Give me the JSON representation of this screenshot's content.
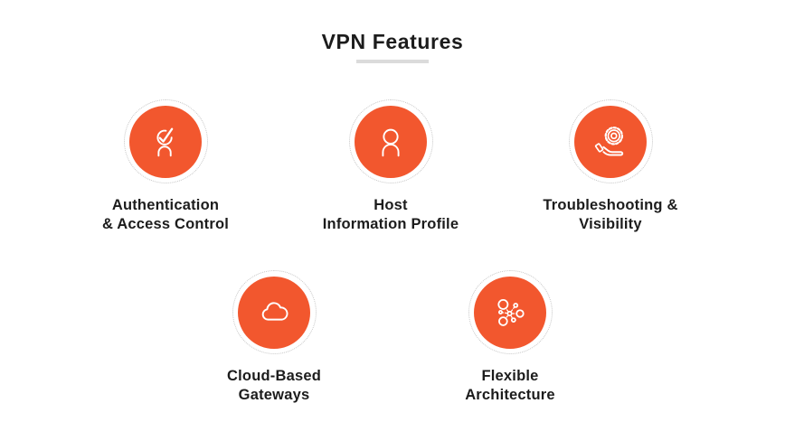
{
  "header": {
    "title": "VPN Features"
  },
  "theme": {
    "circle_color": "#F2572E",
    "ring_color": "#c6c6c6",
    "icon_color": "#ffffff",
    "text_color": "#1c1c1c",
    "underline_color": "#dbdbdb",
    "background_color": "#ffffff"
  },
  "features": [
    {
      "icon": "person-check-icon",
      "label": "Authentication\n& Access Control"
    },
    {
      "icon": "person-icon",
      "label": "Host\nInformation Profile"
    },
    {
      "icon": "hand-gear-icon",
      "label": "Troubleshooting &\nVisibility"
    },
    {
      "icon": "cloud-icon",
      "label": "Cloud-Based\nGateways"
    },
    {
      "icon": "network-icon",
      "label": "Flexible\nArchitecture"
    }
  ]
}
